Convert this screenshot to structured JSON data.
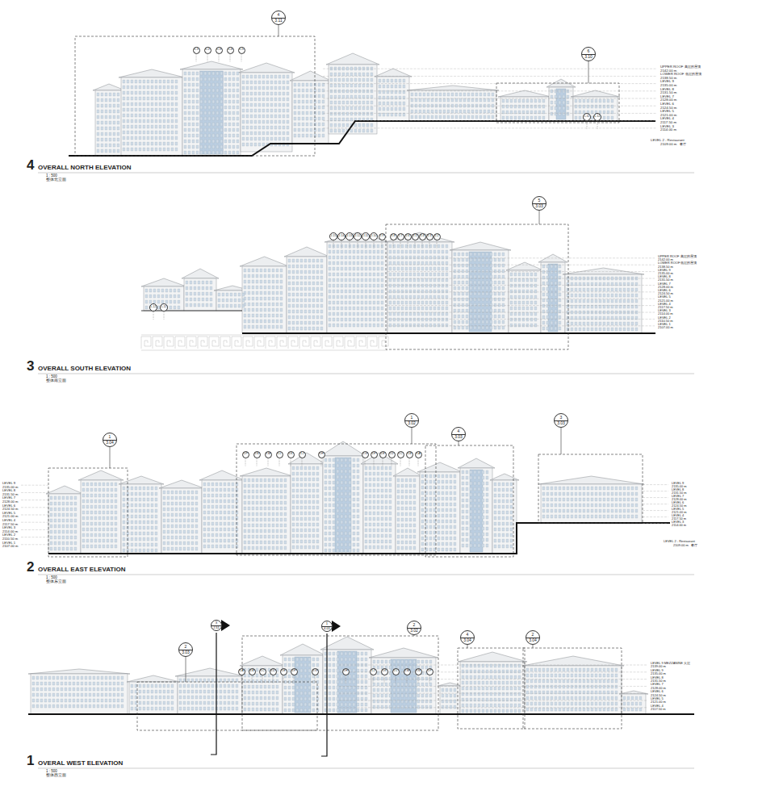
{
  "diagram": {
    "nodes": [
      {
        "text": [
          "4",
          "3.11"
        ]
      },
      {
        "text": [
          "C.1"
        ]
      },
      {
        "text": [
          "C.2"
        ]
      },
      {
        "text": [
          "C.3"
        ]
      },
      {
        "text": [
          "C.4"
        ]
      },
      {
        "text": [
          "C.5"
        ]
      },
      {
        "text": [
          "6",
          "3.10"
        ]
      },
      {
        "text": [
          "L.11"
        ]
      },
      {
        "text": [
          "L.12"
        ]
      },
      {
        "text": [
          "5",
          "3.03"
        ]
      },
      {
        "text": [
          "J.15"
        ]
      },
      {
        "text": [
          "J.14"
        ]
      },
      {
        "text": [
          "J.13"
        ]
      },
      {
        "text": [
          "J.12"
        ]
      },
      {
        "text": [
          "J.11"
        ]
      },
      {
        "text": [
          "J.10"
        ]
      },
      {
        "text": [
          "J.9"
        ]
      },
      {
        "text": [
          "J.8"
        ]
      },
      {
        "text": [
          "J.7"
        ]
      },
      {
        "text": [
          "J.6"
        ]
      },
      {
        "text": [
          "J.5"
        ]
      },
      {
        "text": [
          "J.4"
        ]
      },
      {
        "text": [
          "J.3"
        ]
      },
      {
        "text": [
          "J.2"
        ]
      },
      {
        "text": [
          "L.12"
        ]
      },
      {
        "text": [
          "L.11"
        ]
      },
      {
        "text": [
          "1",
          "3.04"
        ]
      },
      {
        "text": [
          "J.P"
        ]
      },
      {
        "text": [
          "J.N"
        ]
      },
      {
        "text": [
          "J.M"
        ]
      },
      {
        "text": [
          "J.L"
        ]
      },
      {
        "text": [
          "J.K"
        ]
      },
      {
        "text": [
          "J.J"
        ]
      },
      {
        "text": [
          "J.H"
        ]
      },
      {
        "text": [
          "J.G"
        ]
      },
      {
        "text": [
          "J.F"
        ]
      },
      {
        "text": [
          "J.E"
        ]
      },
      {
        "text": [
          "J.D"
        ]
      },
      {
        "text": [
          "J.C"
        ]
      },
      {
        "text": [
          "J.B"
        ]
      },
      {
        "text": [
          "J.A"
        ]
      },
      {
        "text": [
          "1",
          "3.02"
        ]
      },
      {
        "text": [
          "4",
          "3.03"
        ]
      },
      {
        "text": [
          "3",
          "3.03"
        ]
      },
      {
        "text": [
          "3",
          "J.51"
        ]
      },
      {
        "text": [
          "2",
          "3.03"
        ]
      },
      {
        "text": [
          "J.A"
        ]
      },
      {
        "text": [
          "J.B"
        ]
      },
      {
        "text": [
          "J.C"
        ]
      },
      {
        "text": [
          "J.D"
        ]
      },
      {
        "text": [
          "J.E"
        ]
      },
      {
        "text": [
          "J.F"
        ]
      },
      {
        "text": [
          "J.G"
        ]
      },
      {
        "text": [
          "J.H"
        ]
      },
      {
        "text": [
          "J.J"
        ]
      },
      {
        "text": [
          "J.K"
        ]
      },
      {
        "text": [
          "J.L"
        ]
      },
      {
        "text": [
          "J.M"
        ]
      },
      {
        "text": [
          "J.N"
        ]
      },
      {
        "text": [
          "J.P"
        ]
      },
      {
        "text": [
          "1",
          "4.01"
        ]
      },
      {
        "text": [
          "2",
          "3.02"
        ]
      },
      {
        "text": [
          "4",
          "3.04"
        ]
      },
      {
        "text": [
          "2",
          "3.04"
        ]
      }
    ],
    "labels": [
      "4",
      "OVERALL NORTH ELEVATION",
      "1 : 500",
      "整体北立面",
      "UPPER ROOF 高层的屋顶",
      "2142.00 m",
      "LOWER ROOF 低层的屋顶",
      "2138.50 m",
      "LEVEL 9",
      "2135.00 m",
      "LEVEL 8",
      "2131.50 m",
      "LEVEL 7",
      "2128.00 m",
      "LEVEL 6",
      "2124.50 m",
      "LEVEL 5",
      "2121.00 m",
      "LEVEL 4",
      "2117.50 m",
      "LEVEL 3",
      "2114.00 m",
      "LEVEL 2 - Restaurant",
      "2109.00 m",
      "餐厅",
      "3",
      "OVERALL SOUTH ELEVATION",
      "1 : 500",
      "整体南立面",
      "UPPER ROOF 高层的屋顶",
      "2142.00 m",
      "LOWER ROOF 低层的屋顶",
      "2138.50 m",
      "LEVEL 9",
      "2135.00 m",
      "LEVEL 8",
      "2131.50 m",
      "LEVEL 7",
      "2128.00 m",
      "LEVEL 6",
      "2124.50 m",
      "LEVEL 5",
      "2121.00 m",
      "LEVEL 4",
      "2117.50 m",
      "LEVEL 3",
      "2114.00 m",
      "LEVEL 2",
      "2110.50 m",
      "LEVEL 1",
      "2107.00 m",
      "2",
      "OVERALL EAST ELEVATION",
      "1 : 500",
      "整体东立面",
      "LEVEL 9",
      "2135.00 m",
      "LEVEL 8",
      "2131.50 m",
      "LEVEL 7",
      "2128.00 m",
      "LEVEL 6",
      "2124.50 m",
      "LEVEL 5",
      "2121.00 m",
      "LEVEL 4",
      "2117.50 m",
      "LEVEL 3",
      "2114.00 m",
      "LEVEL 2",
      "2110.50 m",
      "LEVEL 1",
      "2107.00 m",
      "LEVEL 9",
      "2135.00 m",
      "LEVEL 8",
      "2131.50 m",
      "LEVEL 7",
      "2128.00 m",
      "LEVEL 6",
      "2124.50 m",
      "LEVEL 5",
      "2121.00 m",
      "LEVEL 4",
      "2117.50 m",
      "LEVEL 3",
      "2114.00 m",
      "LEVEL 2 - Restaurant",
      "2109.00 m",
      "餐厅",
      "1",
      "OVERAL WEST ELEVATION",
      "1 : 500",
      "整体西立面",
      "LEVEL 9 MEZZANINE 夹层",
      "2139.00 m",
      "LEVEL 9",
      "2135.00 m",
      "LEVEL 8",
      "2131.50 m",
      "LEVEL 7",
      "2128.00 m",
      "LEVEL 6",
      "2124.50 m",
      "LEVEL 5",
      "2121.00 m",
      "LEVEL 4",
      "2117.50 m"
    ]
  }
}
